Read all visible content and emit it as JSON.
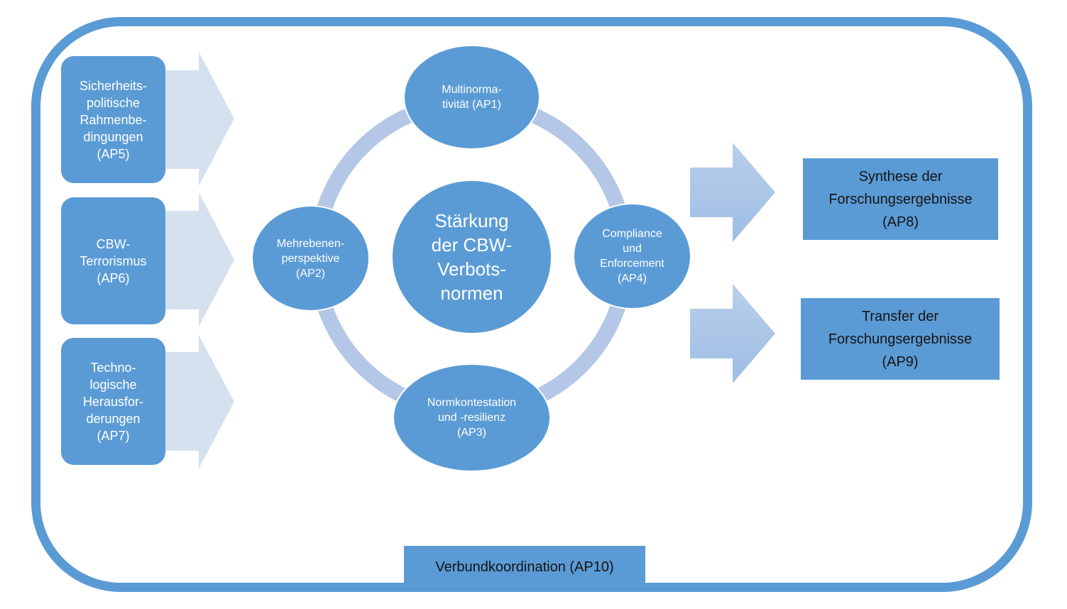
{
  "colors": {
    "frame": "#5b9bd5",
    "node_fill": "#5b9bd5",
    "ring": "#b4c7e7",
    "input_arrow": "#d6e1f0",
    "output_arrow_top": "#b8cfe9",
    "output_arrow_bottom": "#9ebde4"
  },
  "inputs": [
    {
      "label": "Sicherheits-\npolitische\nRahmenbe-\ndingungen\n(AP5)"
    },
    {
      "label": "CBW-\nTerrorismus\n(AP6)"
    },
    {
      "label": "Techno-\nlogische\nHerausfor-\nderungen\n(AP7)"
    }
  ],
  "core": {
    "center": "Stärkung\nder CBW-\nVerbots-\nnormen",
    "nodes": [
      {
        "id": "AP1",
        "label": "Multinorma-\ntivität (AP1)"
      },
      {
        "id": "AP2",
        "label": "Mehrebenen-\nperspektive\n(AP2)"
      },
      {
        "id": "AP3",
        "label": "Normkontestation\nund -resilienz\n(AP3)"
      },
      {
        "id": "AP4",
        "label": "Compliance\nund\nEnforcement\n(AP4)"
      }
    ]
  },
  "outputs": [
    {
      "label": "Synthese der\nForschungsergebnisse\n(AP8)"
    },
    {
      "label": "Transfer der\nForschungsergebnisse\n(AP9)"
    }
  ],
  "footer": {
    "label": "Verbundkoordination (AP10)"
  }
}
